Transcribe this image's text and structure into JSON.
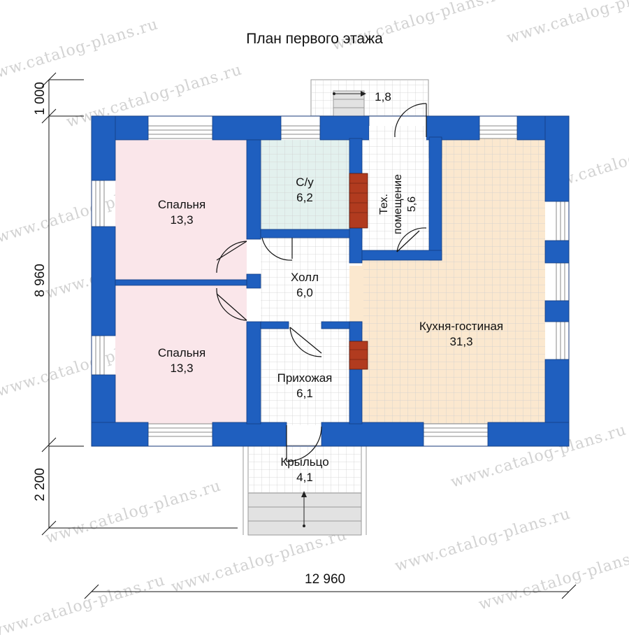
{
  "title": "План первого этажа",
  "rooms": {
    "bedroom_top": {
      "name": "Спальня",
      "area": "13,3"
    },
    "bedroom_bottom": {
      "name": "Спальня",
      "area": "13,3"
    },
    "bathroom": {
      "name": "С/у",
      "area": "6,2"
    },
    "tech_room": {
      "name_line1": "Тех.",
      "name_line2": "помещение",
      "area": "5,6"
    },
    "hall": {
      "name": "Холл",
      "area": "6,0"
    },
    "kitchen_living": {
      "name": "Кухня-гостиная",
      "area": "31,3"
    },
    "entrance": {
      "name": "Прихожая",
      "area": "6,1"
    },
    "porch": {
      "name": "Крыльцо",
      "area": "4,1"
    },
    "rear_step": {
      "area": "1,8"
    }
  },
  "dimensions": {
    "top_offset": "1 000",
    "height": "8 960",
    "bottom_offset": "2 200",
    "width": "12 960"
  },
  "watermark": "www.catalog-plans.ru",
  "colors": {
    "wall": "#1f5fbf",
    "bedroom_fill": "#fae6ea",
    "bathroom_fill": "#e3f1ee",
    "kitchen_fill": "#fbe8cf",
    "floor_grid": "#cfcfcf",
    "stove": "#b13b1f"
  }
}
